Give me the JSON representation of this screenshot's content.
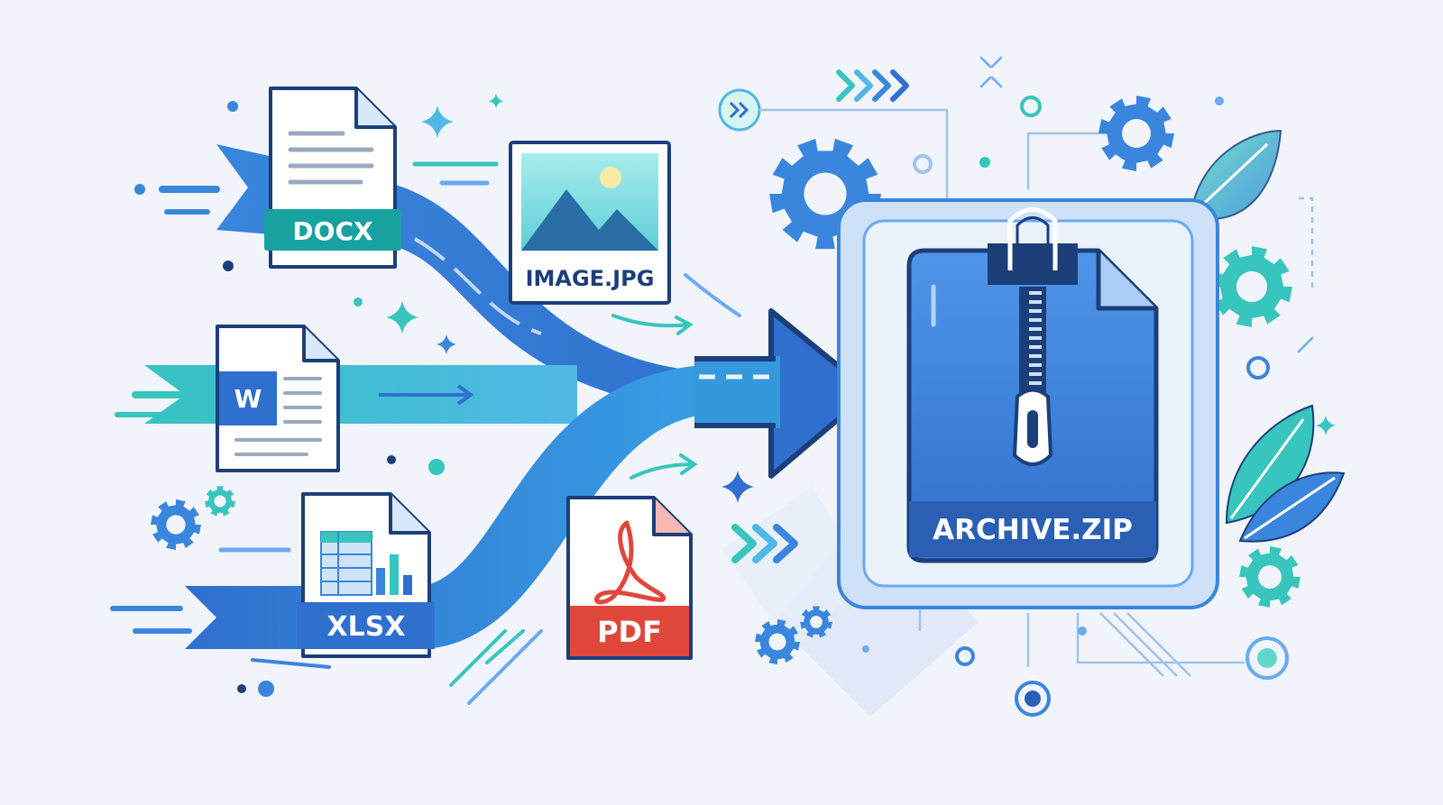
{
  "files": {
    "docx": {
      "label": "DOCX"
    },
    "image": {
      "label": "IMAGE.JPG"
    },
    "word": {
      "glyph": "W"
    },
    "xlsx": {
      "label": "XLSX"
    },
    "pdf": {
      "label": "PDF"
    }
  },
  "archive": {
    "label": "ARCHIVE.ZIP"
  },
  "colors": {
    "background": "#f1f4fa",
    "primary_blue": "#2f6fce",
    "dark_navy": "#1c3f7a",
    "teal": "#37c5be",
    "light_blue": "#6aaaf0",
    "pdf_red": "#e0473b",
    "docx_teal": "#17a2a0"
  },
  "icons": [
    "docx-file-icon",
    "image-file-icon",
    "word-file-icon",
    "xlsx-file-icon",
    "pdf-file-icon",
    "zip-archive-icon",
    "gear-icon",
    "leaf-icon",
    "sparkle-icon",
    "chevron-icon",
    "circle-node-icon"
  ]
}
